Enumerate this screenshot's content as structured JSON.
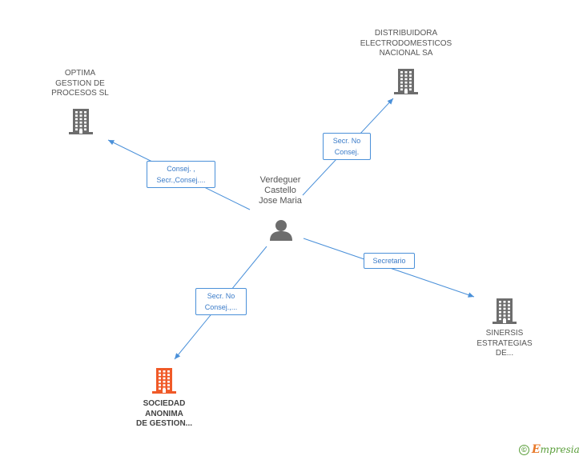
{
  "diagram": {
    "center": {
      "name": "Verdeguer\nCastello\nJose Maria"
    },
    "companies": [
      {
        "id": "optima",
        "name": "OPTIMA\nGESTION DE\nPROCESOS SL",
        "color": "#6d6d6d"
      },
      {
        "id": "distribuidora",
        "name": "DISTRIBUIDORA\nELECTRODOMESTICOS\nNACIONAL SA",
        "color": "#6d6d6d"
      },
      {
        "id": "sinersis",
        "name": "SINERSIS\nESTRATEGIAS\nDE...",
        "color": "#6d6d6d"
      },
      {
        "id": "sociedad",
        "name": "SOCIEDAD\nANONIMA\nDE GESTION...",
        "color": "#f05a28"
      }
    ],
    "edges": [
      {
        "to": "optima",
        "label": "Consej. ,\nSecr.,Consej...."
      },
      {
        "to": "distribuidora",
        "label": "Secr.  No\nConsej."
      },
      {
        "to": "sinersis",
        "label": "Secretario"
      },
      {
        "to": "sociedad",
        "label": "Secr.  No\nConsej.,..."
      }
    ],
    "edge_color": "#4a90d9"
  },
  "brand": {
    "copyright": "©",
    "name_initial": "E",
    "name_rest": "mpresia"
  }
}
